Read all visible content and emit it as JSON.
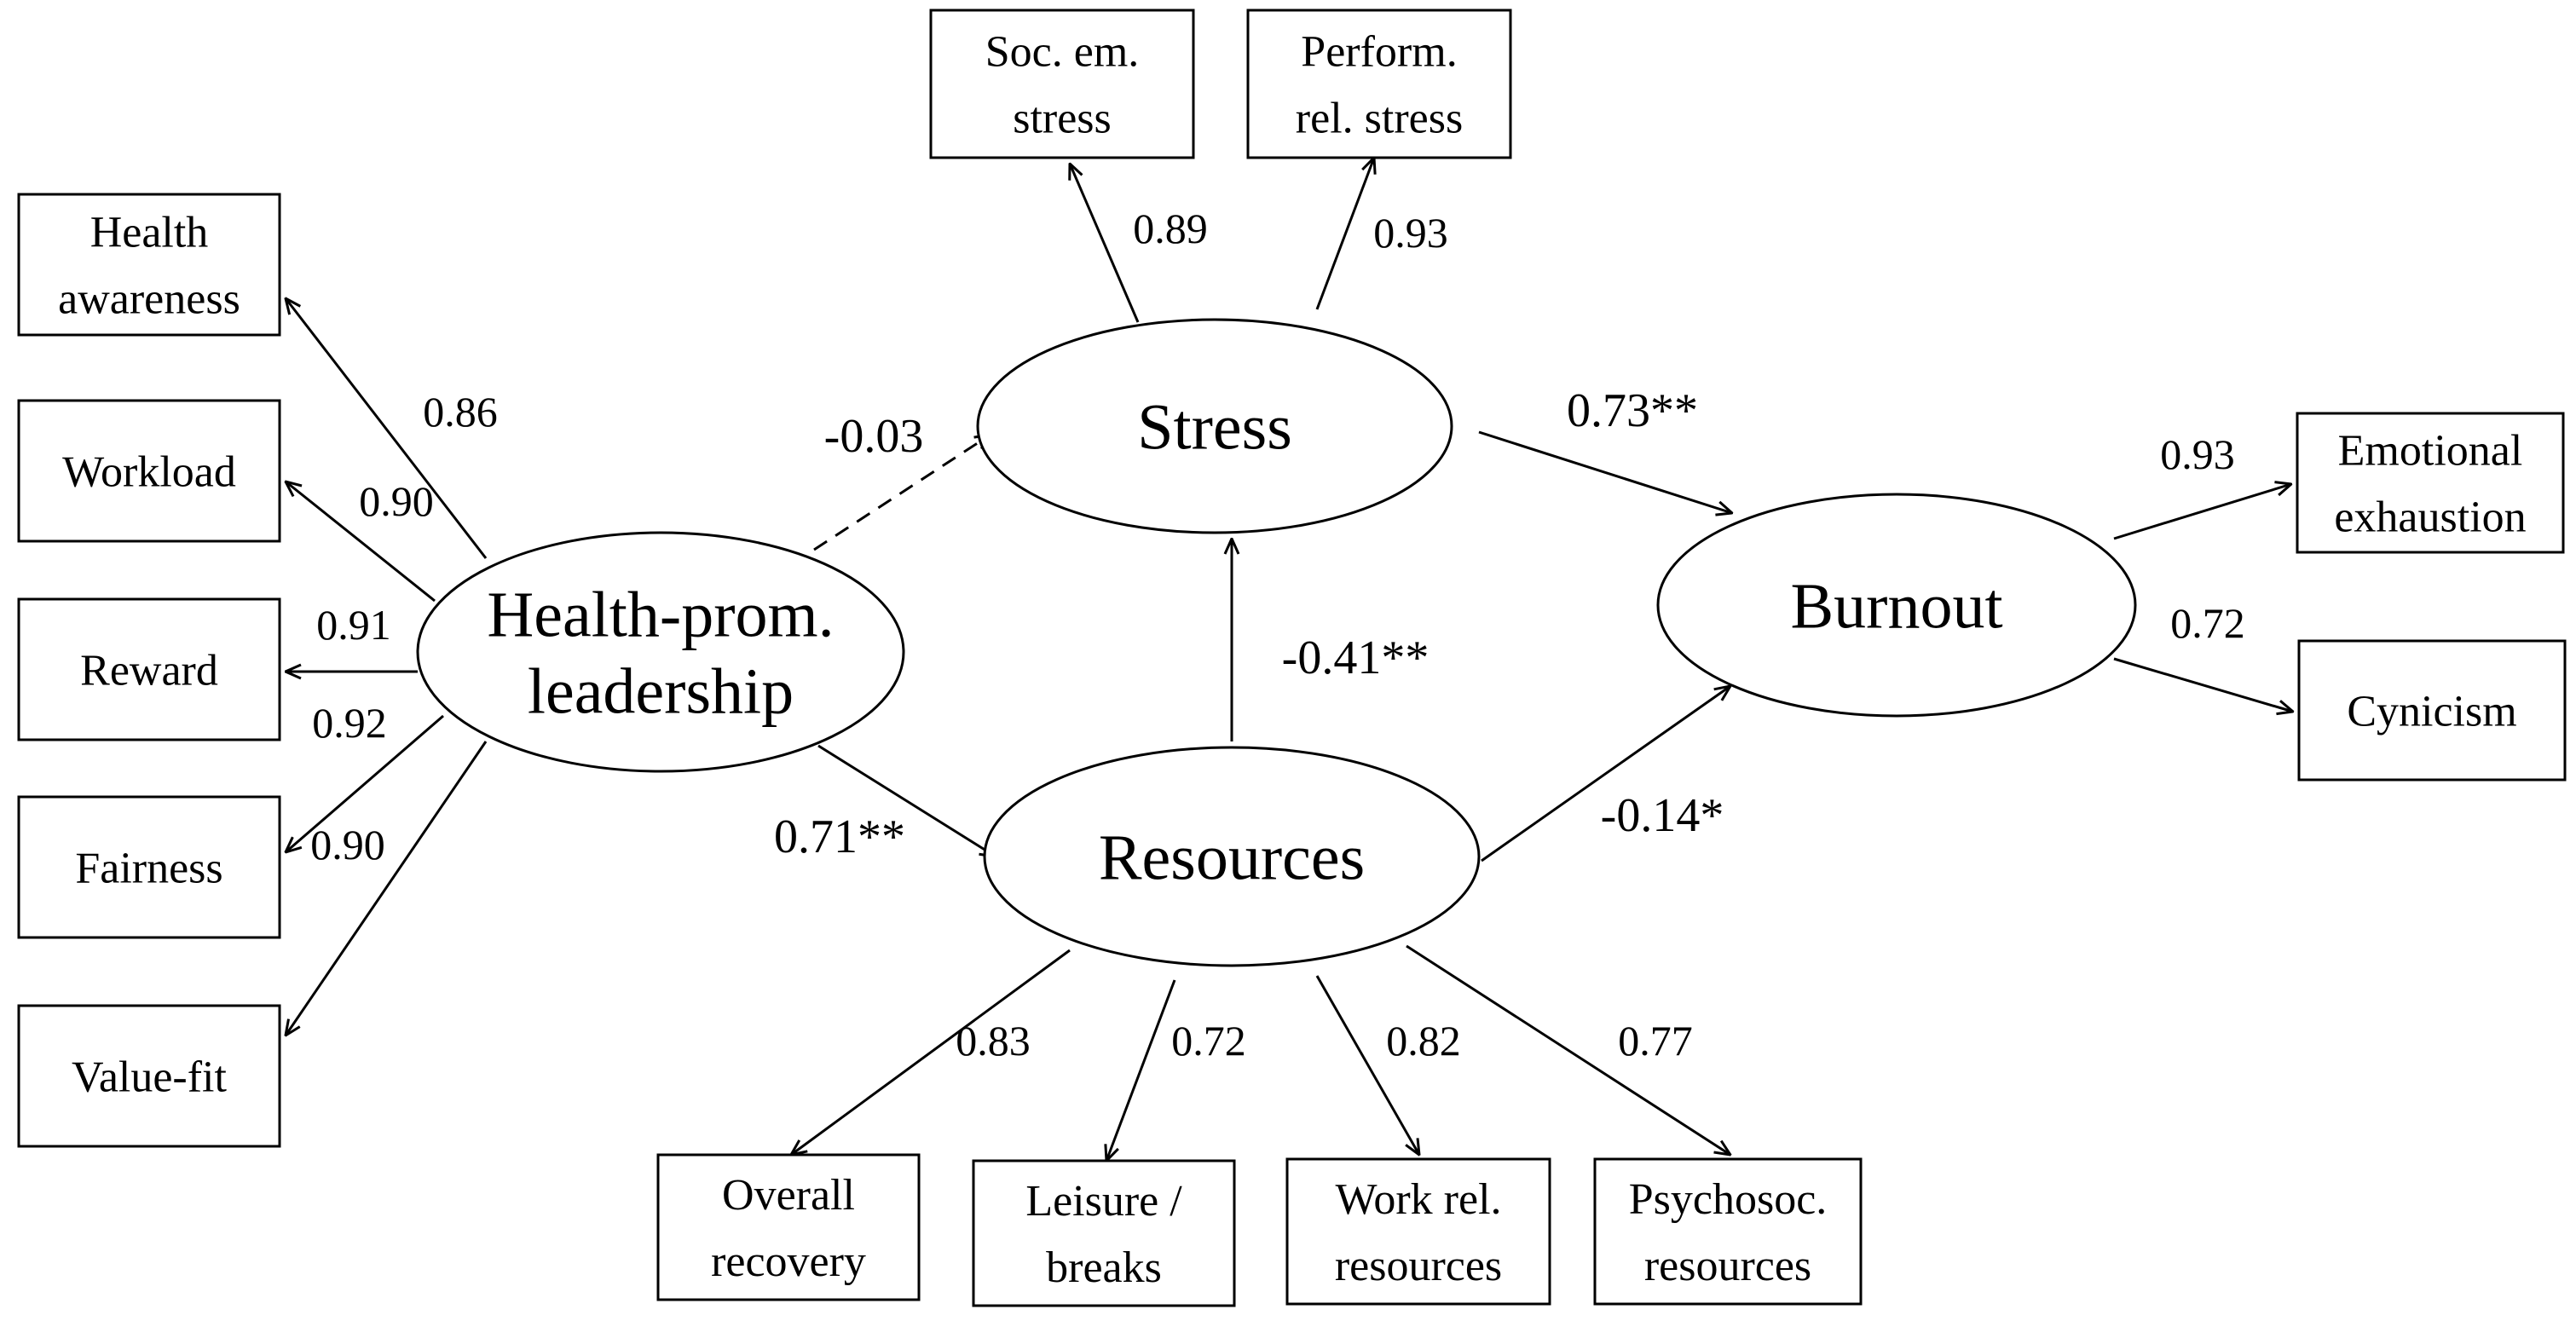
{
  "nodes": {
    "health_awareness": [
      "Health",
      "awareness"
    ],
    "workload": [
      "Workload"
    ],
    "reward": [
      "Reward"
    ],
    "fairness": [
      "Fairness"
    ],
    "value_fit": [
      "Value-fit"
    ],
    "soc_em_stress": [
      "Soc. em.",
      "stress"
    ],
    "perform_rel_stress": [
      "Perform.",
      "rel. stress"
    ],
    "emotional_exhaustion": [
      "Emotional",
      "exhaustion"
    ],
    "cynicism": [
      "Cynicism"
    ],
    "overall_recovery": [
      "Overall",
      "recovery"
    ],
    "leisure_breaks": [
      "Leisure /",
      "breaks"
    ],
    "work_rel_resources": [
      "Work rel.",
      "resources"
    ],
    "psychosoc_resources": [
      "Psychosoc.",
      "resources"
    ],
    "health_prom_leadership": [
      "Health-prom.",
      "leadership"
    ],
    "stress": [
      "Stress"
    ],
    "resources": [
      "Resources"
    ],
    "burnout": [
      "Burnout"
    ]
  },
  "paths": [
    {
      "id": "hpl_to_health_awareness",
      "from": "health_prom_leadership",
      "to": "health_awareness",
      "coef": "0.86",
      "dashed": false
    },
    {
      "id": "hpl_to_workload",
      "from": "health_prom_leadership",
      "to": "workload",
      "coef": "0.90",
      "dashed": false
    },
    {
      "id": "hpl_to_reward",
      "from": "health_prom_leadership",
      "to": "reward",
      "coef": "0.91",
      "dashed": false
    },
    {
      "id": "hpl_to_fairness",
      "from": "health_prom_leadership",
      "to": "fairness",
      "coef": "0.92",
      "dashed": false
    },
    {
      "id": "hpl_to_value_fit",
      "from": "health_prom_leadership",
      "to": "value_fit",
      "coef": "0.90",
      "dashed": false
    },
    {
      "id": "hpl_to_stress",
      "from": "health_prom_leadership",
      "to": "stress",
      "coef": "-0.03",
      "dashed": true
    },
    {
      "id": "hpl_to_resources",
      "from": "health_prom_leadership",
      "to": "resources",
      "coef": "0.71**",
      "dashed": false
    },
    {
      "id": "stress_to_soc_em",
      "from": "stress",
      "to": "soc_em_stress",
      "coef": "0.89",
      "dashed": false
    },
    {
      "id": "stress_to_perform",
      "from": "stress",
      "to": "perform_rel_stress",
      "coef": "0.93",
      "dashed": false
    },
    {
      "id": "stress_to_burnout",
      "from": "stress",
      "to": "burnout",
      "coef": "0.73**",
      "dashed": false
    },
    {
      "id": "resources_to_stress",
      "from": "resources",
      "to": "stress",
      "coef": "-0.41**",
      "dashed": false
    },
    {
      "id": "resources_to_burnout",
      "from": "resources",
      "to": "burnout",
      "coef": "-0.14*",
      "dashed": false
    },
    {
      "id": "burnout_to_emotional",
      "from": "burnout",
      "to": "emotional_exhaustion",
      "coef": "0.93",
      "dashed": false
    },
    {
      "id": "burnout_to_cynicism",
      "from": "burnout",
      "to": "cynicism",
      "coef": "0.72",
      "dashed": false
    },
    {
      "id": "resources_to_recovery",
      "from": "resources",
      "to": "overall_recovery",
      "coef": "0.83",
      "dashed": false
    },
    {
      "id": "resources_to_leisure",
      "from": "resources",
      "to": "leisure_breaks",
      "coef": "0.72",
      "dashed": false
    },
    {
      "id": "resources_to_work_rel",
      "from": "resources",
      "to": "work_rel_resources",
      "coef": "0.82",
      "dashed": false
    },
    {
      "id": "resources_to_psychosoc",
      "from": "resources",
      "to": "psychosoc_resources",
      "coef": "0.77",
      "dashed": false
    }
  ]
}
